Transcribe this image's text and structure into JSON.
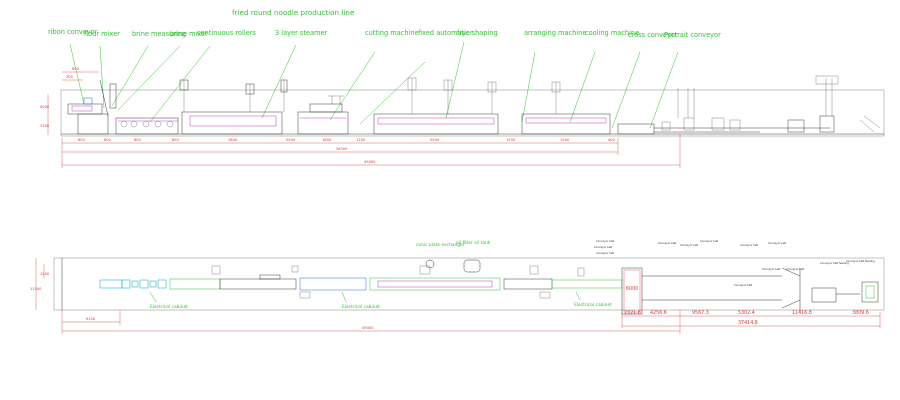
{
  "title": "fried round noodle production line",
  "side_labels": [
    "ribon conveyor",
    "flour mixer",
    "brine measuring",
    "brine mixer",
    "continuous rollers",
    "3 layer steamer",
    "cutting machine",
    "fixed automatic shaping",
    "fryer",
    "arranging machine",
    "cooling machine",
    "cross conveyor",
    "Portrait conveyor"
  ],
  "side_dims": {
    "top": [
      "800",
      "300"
    ],
    "vertical": [
      "4000",
      "2300"
    ],
    "segments": [
      "800",
      "800",
      "800",
      "800",
      "1800",
      "5500",
      "1800",
      "1200",
      "5500",
      "1500",
      "1500",
      "400"
    ],
    "total_mid": "26300",
    "total": "49000"
  },
  "plan_labels": {
    "dryer": "conic plate exchanger",
    "oil_filter": "oil filter oil tank",
    "cabinets": [
      "Electrical cabinet",
      "Electrical cabinet",
      "Electrical cabinet"
    ]
  },
  "plan_dims": {
    "vertical": [
      "11400",
      "1200"
    ],
    "left": "9100",
    "total": "49000",
    "right_segments": [
      "2321.8",
      "4256.6",
      "9567.3",
      "5302.4",
      "11416.8",
      "3809.6"
    ],
    "right_total": "37414.8",
    "height": "6000"
  },
  "annotations": [
    "Conveyor belt feeding",
    "Conveyor belt feeding",
    "Conveyor belt",
    "Conveyor belt",
    "Conveyor belt",
    "Conveyor belt",
    "Conveyor belt",
    "Conveyor belt",
    "Conveyor belt",
    "Conveyor belt",
    "Conveyor belt",
    "Conveyor belt",
    "Conveyor belt"
  ]
}
